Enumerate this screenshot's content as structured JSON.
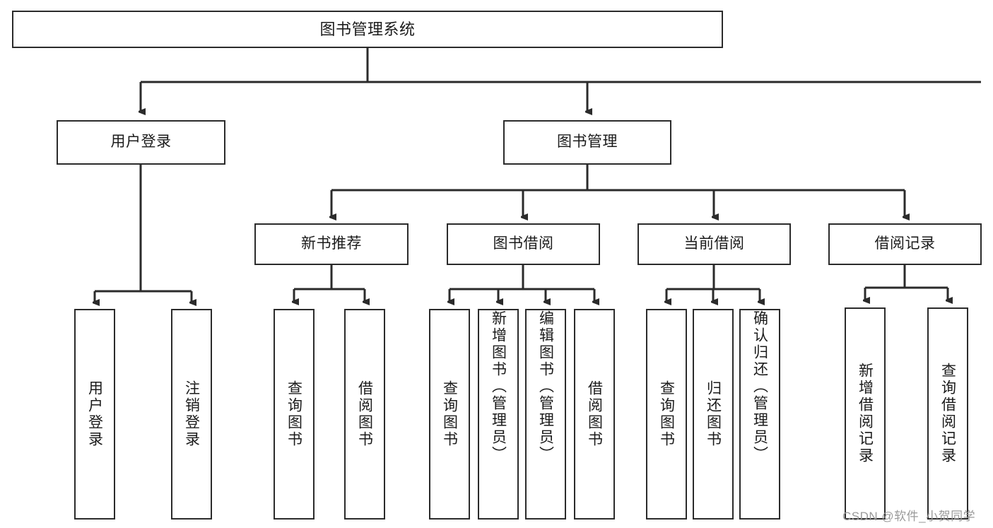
{
  "diagram": {
    "type": "tree-hierarchy-chart",
    "title": "图书管理系统",
    "background": "#ffffff",
    "line_color": "#2b2b2b",
    "nodes": {
      "root": {
        "label": "图书管理系统"
      },
      "level1": [
        {
          "id": "user-login",
          "label": "用户登录"
        },
        {
          "id": "book-management",
          "label": "图书管理"
        }
      ],
      "level2": [
        {
          "id": "new-book-recommend",
          "label": "新书推荐"
        },
        {
          "id": "book-borrow",
          "label": "图书借阅"
        },
        {
          "id": "current-borrow",
          "label": "当前借阅"
        },
        {
          "id": "borrow-record",
          "label": "借阅记录"
        }
      ],
      "leaves": {
        "user_login": [
          {
            "id": "leaf-user-login",
            "label": "用户登录"
          },
          {
            "id": "leaf-logout-login",
            "label": "注销登录"
          }
        ],
        "new_book_recommend": [
          {
            "id": "leaf-query-book-1",
            "label": "查询图书"
          },
          {
            "id": "leaf-borrow-book-1",
            "label": "借阅图书"
          }
        ],
        "book_borrow": [
          {
            "id": "leaf-query-book-2",
            "label": "查询图书"
          },
          {
            "id": "leaf-add-book",
            "label": "新增图书（管理员）"
          },
          {
            "id": "leaf-edit-book",
            "label": "编辑图书（管理员）"
          },
          {
            "id": "leaf-borrow-book-2",
            "label": "借阅图书"
          }
        ],
        "current_borrow": [
          {
            "id": "leaf-query-book-3",
            "label": "查询图书"
          },
          {
            "id": "leaf-return-book",
            "label": "归还图书"
          },
          {
            "id": "leaf-confirm-return",
            "label": "确认归还（管理员）"
          }
        ],
        "borrow_record": [
          {
            "id": "leaf-add-record",
            "label": "新增借阅记录"
          },
          {
            "id": "leaf-query-record",
            "label": "查询借阅记录"
          }
        ]
      }
    }
  },
  "watermark": {
    "text": "CSDN @软件_小贺同学"
  }
}
